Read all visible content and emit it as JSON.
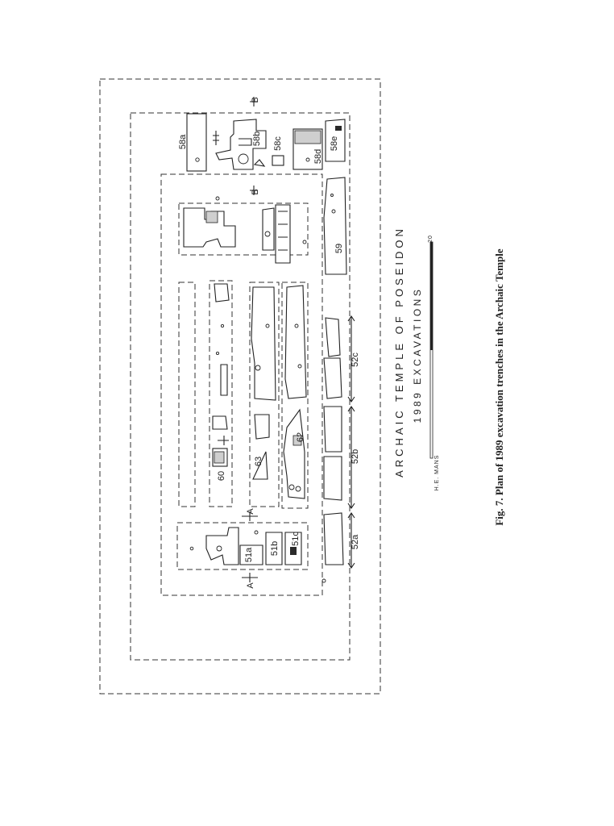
{
  "title": "ARCHAIC TEMPLE OF POSEIDON",
  "subtitle": "1989 EXCAVATIONS",
  "drafter": "H.E. MANS",
  "scale_label": "20",
  "caption": "Fig. 7. Plan of 1989 excavation trenches in the Archaic Temple",
  "section_markers": {
    "a": "A",
    "b": "B"
  },
  "trenches": {
    "t58a": "58a",
    "t58b": "58b",
    "t58c": "58c",
    "t58d": "58d",
    "t58e": "58e",
    "t59": "59",
    "t52a": "52a",
    "t52b": "52b",
    "t52c": "52c",
    "t60": "60",
    "t62": "62",
    "t63": "63",
    "t51a": "51a",
    "t51b": "51b",
    "t51c": "51c"
  }
}
